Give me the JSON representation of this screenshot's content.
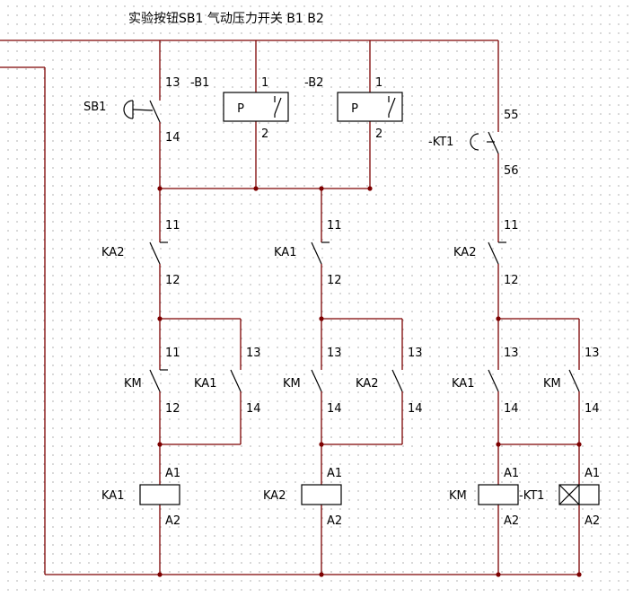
{
  "title": "实验按钮SB1 气动压力开关 B1 B2",
  "colors": {
    "wire": "#7d0000",
    "symbol": "#000000",
    "background": "#ffffff",
    "grid_dot": "#cccccc"
  },
  "sb1": {
    "label": "SB1",
    "pin_top": "13",
    "pin_bottom": "14"
  },
  "b1": {
    "label": "-B1",
    "letter": "P",
    "pin_top": "1",
    "pin_bottom": "2"
  },
  "b2": {
    "label": "-B2",
    "letter": "P",
    "pin_top": "1",
    "pin_bottom": "2"
  },
  "kt1_contact": {
    "label": "-KT1",
    "pin_top": "55",
    "pin_bottom": "56"
  },
  "row2": [
    {
      "label": "KA2",
      "pin_top": "11",
      "pin_bottom": "12"
    },
    {
      "label": "KA1",
      "pin_top": "11",
      "pin_bottom": "12"
    },
    {
      "label": "KA2",
      "pin_top": "11",
      "pin_bottom": "12"
    }
  ],
  "row3": [
    {
      "label": "KM",
      "pin_top": "11",
      "pin_bottom": "12"
    },
    {
      "label": "KA1",
      "pin_top": "13",
      "pin_bottom": "14"
    },
    {
      "label": "KM",
      "pin_top": "13",
      "pin_bottom": "14"
    },
    {
      "label": "KA2",
      "pin_top": "13",
      "pin_bottom": "14"
    },
    {
      "label": "KA1",
      "pin_top": "13",
      "pin_bottom": "14"
    },
    {
      "label": "KM",
      "pin_top": "13",
      "pin_bottom": "14"
    }
  ],
  "coils": [
    {
      "label": "KA1",
      "pin_top": "A1",
      "pin_bottom": "A2"
    },
    {
      "label": "KA2",
      "pin_top": "A1",
      "pin_bottom": "A2"
    },
    {
      "label": "KM",
      "pin_top": "A1",
      "pin_bottom": "A2"
    },
    {
      "label": "-KT1",
      "pin_top": "A1",
      "pin_bottom": "A2"
    }
  ]
}
